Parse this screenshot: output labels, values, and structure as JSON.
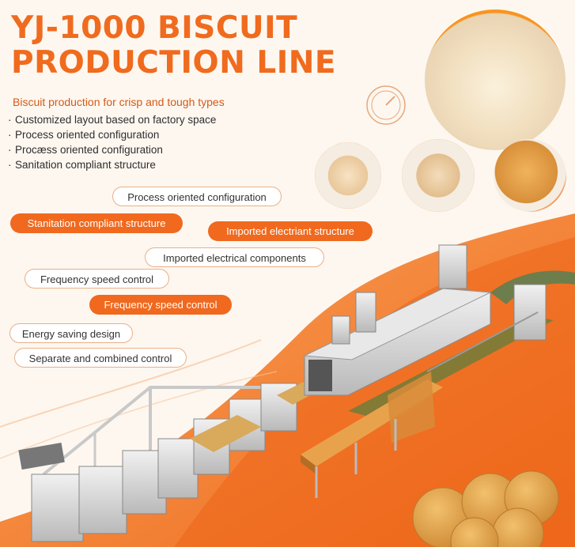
{
  "title_line1": "YJ-1000 BISCUIT",
  "title_line2": "PRODUCTION LINE",
  "subtitle": "Biscuit production for crisp and tough types",
  "features": [
    "Customized layout based on factory space",
    "Process oriented configuration",
    "Procæss oriented configuration",
    "Sanitation compliant structure"
  ],
  "pills": [
    {
      "text": "Process oriented configuration",
      "style": "outline"
    },
    {
      "text": "Stanitation compliant structure",
      "style": "filled"
    },
    {
      "text": "Imported electriant structure",
      "style": "filled"
    },
    {
      "text": "Imported electrical components",
      "style": "outline"
    },
    {
      "text": "Frequency speed control",
      "style": "outline"
    },
    {
      "text": "Frequency speed control",
      "style": "filled"
    },
    {
      "text": "Energy saving design",
      "style": "outline"
    },
    {
      "text": "Separate and combined control",
      "style": "outline"
    }
  ],
  "icons": {
    "badge": "gauge-icon",
    "bullet": "bullet-dot-icon"
  },
  "colors": {
    "accent": "#f06b1e",
    "background": "#fdf7f0",
    "pill_border": "#e8b088"
  }
}
